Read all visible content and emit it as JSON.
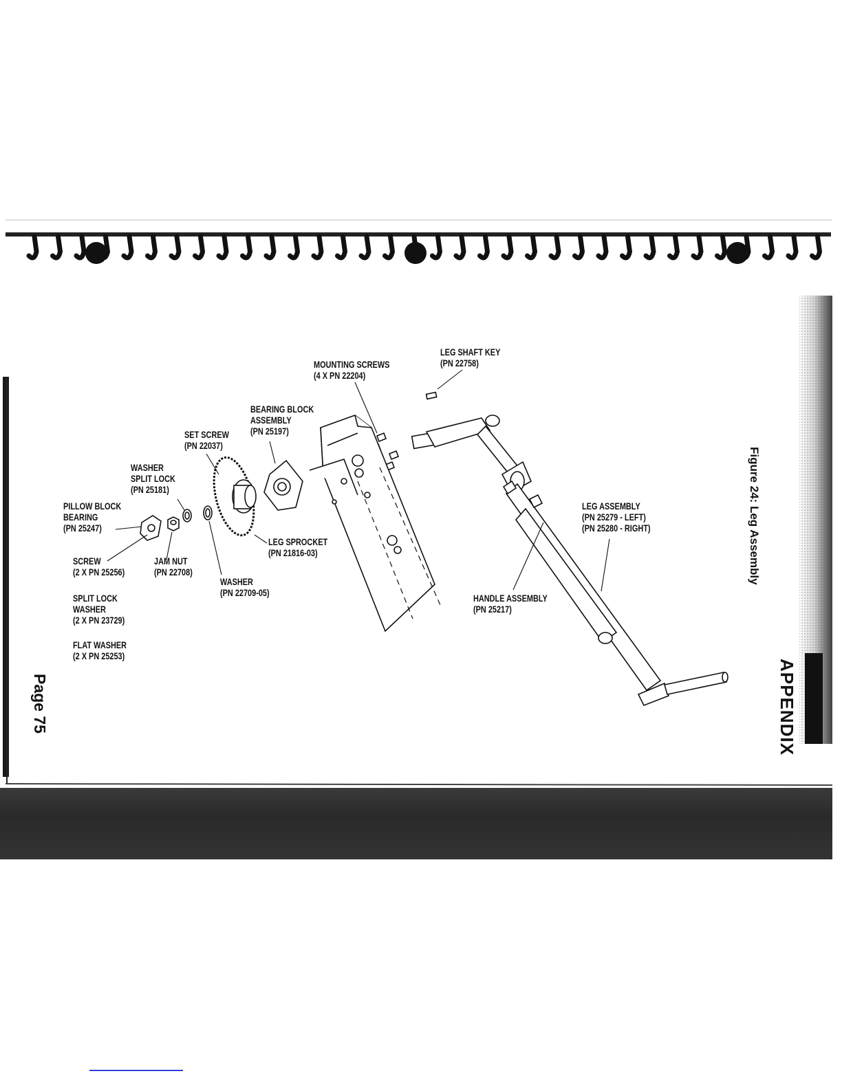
{
  "page": {
    "section": "APPENDIX",
    "figure_title": "Figure 24: Leg Assembly",
    "page_number": "Page 75"
  },
  "parts": {
    "leg_shaft_key": [
      "LEG SHAFT KEY",
      "(PN 22758)"
    ],
    "mounting_screws": [
      "MOUNTING SCREWS",
      "(4 X PN 22204)"
    ],
    "bearing_block": [
      "BEARING BLOCK",
      "ASSEMBLY",
      "(PN 25197)"
    ],
    "set_screw": [
      "SET SCREW",
      "(PN 22037)"
    ],
    "washer_split_lock": [
      "WASHER",
      "SPLIT LOCK",
      "(PN 25181)"
    ],
    "pillow_block": [
      "PILLOW BLOCK",
      "BEARING",
      "(PN 25247)"
    ],
    "leg_sprocket": [
      "LEG SPROCKET",
      "(PN 21816-03)"
    ],
    "screw": [
      "SCREW",
      "(2 X PN 25256)"
    ],
    "jam_nut": [
      "JAM NUT",
      "(PN 22708)"
    ],
    "washer": [
      "WASHER",
      "(PN 22709-05)"
    ],
    "split_lock_washer": [
      "SPLIT LOCK",
      "WASHER",
      "(2 X PN 23729)"
    ],
    "flat_washer": [
      "FLAT WASHER",
      "(2 X PN 25253)"
    ],
    "leg_assembly": [
      "LEG ASSEMBLY",
      "(PN 25279 - LEFT)",
      "(PN 25280 - RIGHT)"
    ],
    "handle_assembly": [
      "HANDLE ASSEMBLY",
      "(PN 25217)"
    ]
  }
}
